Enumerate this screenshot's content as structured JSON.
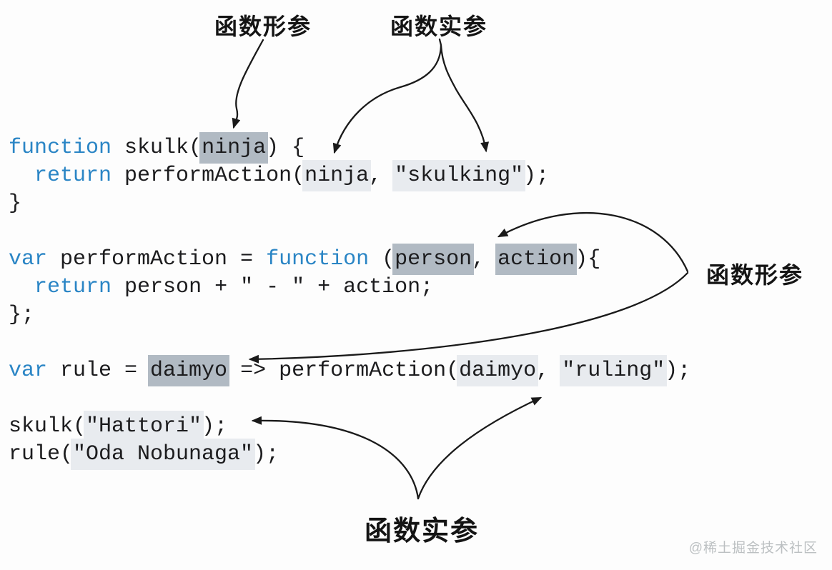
{
  "palette": {
    "bg": "#fdfdfd",
    "kw": "#2a85c5",
    "code": "#1c1c1e",
    "hd": "#b1bac3",
    "hl": "#e8ebef",
    "label": "#141414",
    "arrow": "#1a1a1a",
    "wm": "#bcc0c2"
  },
  "labels": {
    "top_left": "函数形参",
    "top_right": "函数实参",
    "right": "函数形参",
    "bottom": "函数实参"
  },
  "watermark": "@稀土掘金技术社区",
  "code_lines": [
    [
      {
        "t": "function",
        "s": "kw"
      },
      {
        "t": " skulk(",
        "s": "p"
      },
      {
        "t": "ninja",
        "s": "hd"
      },
      {
        "t": ") {",
        "s": "p"
      }
    ],
    [
      {
        "t": "  ",
        "s": "p"
      },
      {
        "t": "return",
        "s": "kw"
      },
      {
        "t": " performAction(",
        "s": "p"
      },
      {
        "t": "ninja",
        "s": "hl"
      },
      {
        "t": ", ",
        "s": "p"
      },
      {
        "t": "\"skulking\"",
        "s": "hl"
      },
      {
        "t": ");",
        "s": "p"
      }
    ],
    [
      {
        "t": "}",
        "s": "p"
      }
    ],
    [],
    [
      {
        "t": "var",
        "s": "kw"
      },
      {
        "t": " performAction = ",
        "s": "p"
      },
      {
        "t": "function",
        "s": "kw"
      },
      {
        "t": " (",
        "s": "p"
      },
      {
        "t": "person",
        "s": "hd"
      },
      {
        "t": ", ",
        "s": "p"
      },
      {
        "t": "action",
        "s": "hd"
      },
      {
        "t": "){",
        "s": "p"
      }
    ],
    [
      {
        "t": "  ",
        "s": "p"
      },
      {
        "t": "return",
        "s": "kw"
      },
      {
        "t": " person + \" - \" + action;",
        "s": "p"
      }
    ],
    [
      {
        "t": "};",
        "s": "p"
      }
    ],
    [],
    [
      {
        "t": "var",
        "s": "kw"
      },
      {
        "t": " rule = ",
        "s": "p"
      },
      {
        "t": "daimyo",
        "s": "hd"
      },
      {
        "t": " => performAction(",
        "s": "p"
      },
      {
        "t": "daimyo",
        "s": "hl"
      },
      {
        "t": ", ",
        "s": "p"
      },
      {
        "t": "\"ruling\"",
        "s": "hl"
      },
      {
        "t": ");",
        "s": "p"
      }
    ],
    [],
    [
      {
        "t": "skulk(",
        "s": "p"
      },
      {
        "t": "\"Hattori\"",
        "s": "hl"
      },
      {
        "t": ");",
        "s": "p"
      }
    ],
    [
      {
        "t": "rule(",
        "s": "p"
      },
      {
        "t": "\"Oda Nobunaga\"",
        "s": "hl"
      },
      {
        "t": ");",
        "s": "p"
      }
    ]
  ],
  "arrows": [
    {
      "id": "arrow-top-formal-to-ninja-param",
      "from": "函数形参 (top)",
      "to": "ninja parameter of skulk"
    },
    {
      "id": "arrow-top-args-to-ninja-arg",
      "from": "函数实参 (top)",
      "to": "ninja argument in performAction call"
    },
    {
      "id": "arrow-top-args-to-skulking-arg",
      "from": "函数实参 (top)",
      "to": "\"skulking\" argument in performAction call"
    },
    {
      "id": "arrow-right-formal-to-person-action",
      "from": "函数形参 (right)",
      "to": "person, action parameters of function expression"
    },
    {
      "id": "arrow-right-formal-to-daimyo-param",
      "from": "函数形参 (right)",
      "to": "daimyo parameter of arrow function"
    },
    {
      "id": "arrow-bottom-args-to-hattori",
      "from": "函数实参 (bottom)",
      "to": "\"Hattori\" argument of skulk call"
    },
    {
      "id": "arrow-bottom-args-to-ruling",
      "from": "函数实参 (bottom)",
      "to": "\"ruling\" argument in performAction call"
    }
  ]
}
